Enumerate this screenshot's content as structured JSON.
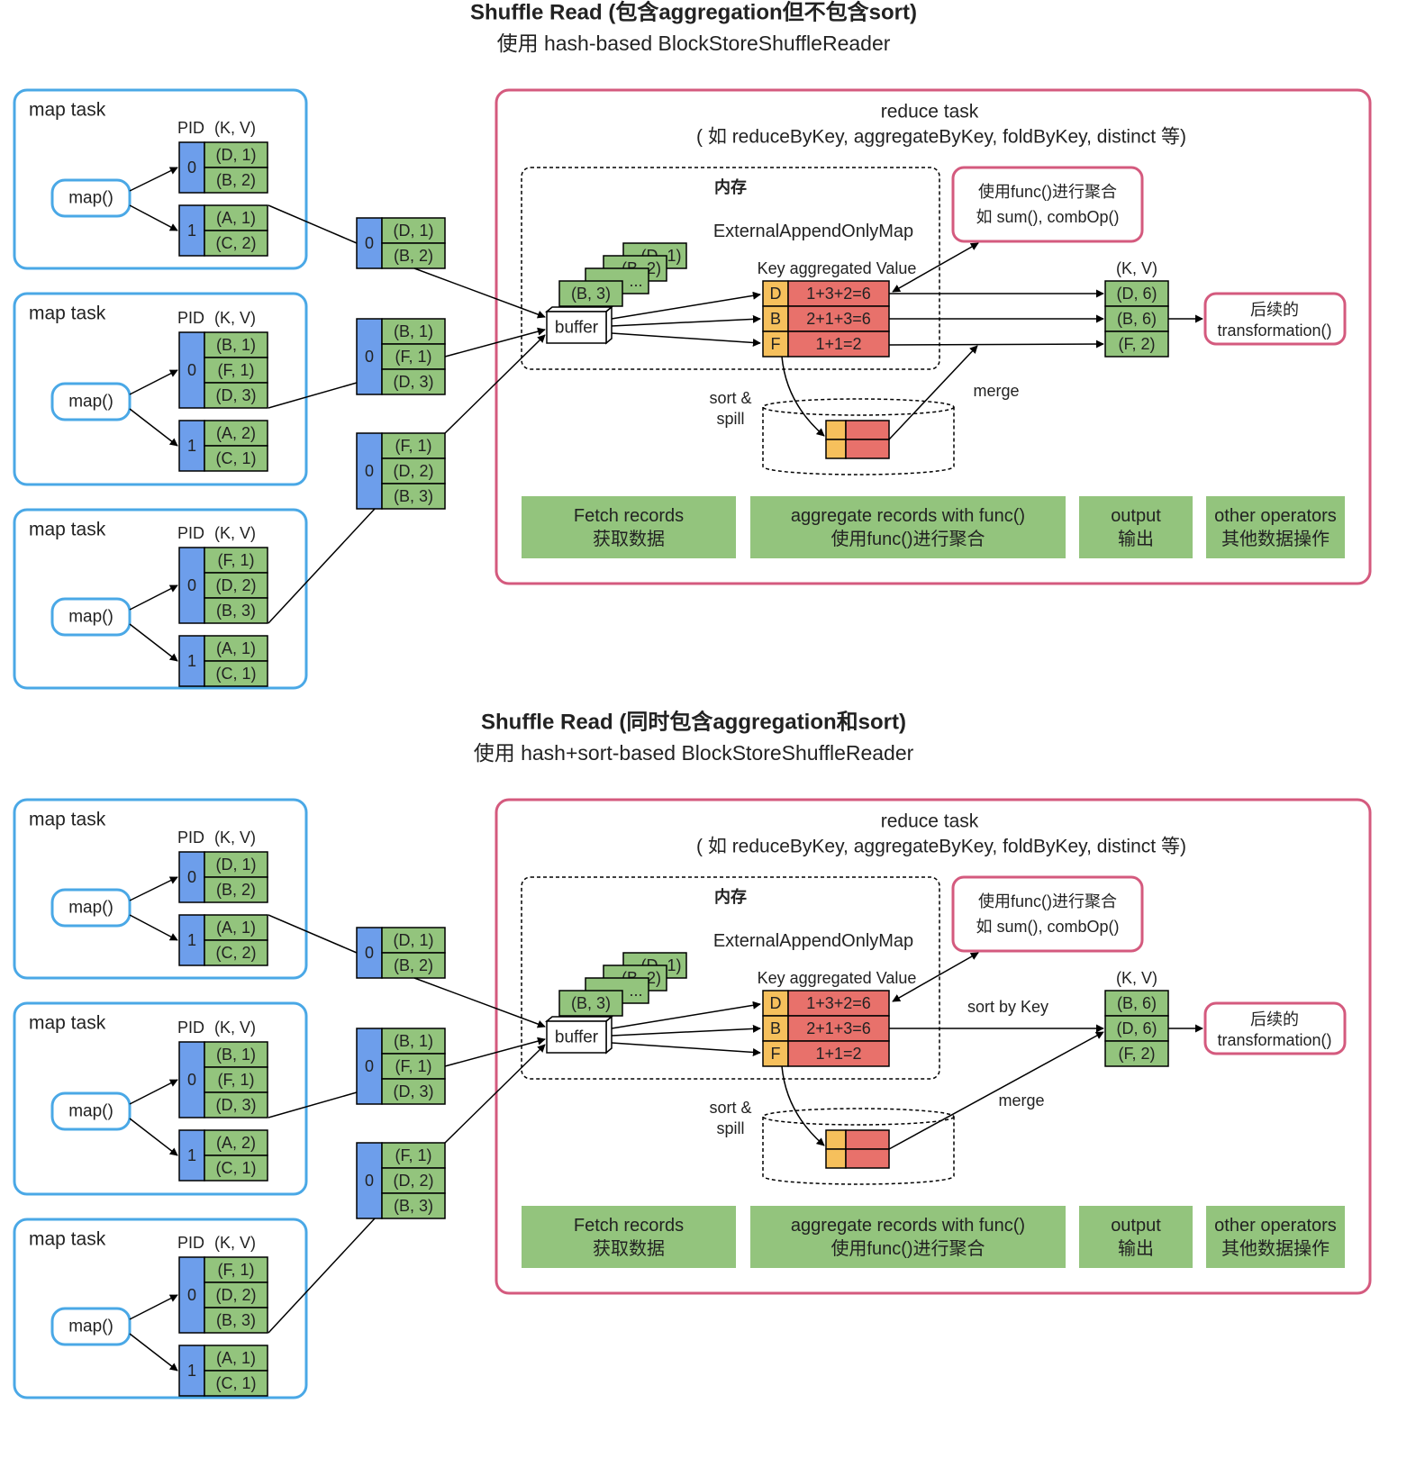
{
  "colors": {
    "map_border": "#4aa8e6",
    "reduce_border": "#d45a7e",
    "pid_fill": "#6d9eeb",
    "kv_fill": "#93c47d",
    "key_fill": "#f6c05c",
    "value_fill": "#e8716b",
    "stage_fill": "#93c47d"
  },
  "common": {
    "map_task_label": "map task",
    "map_func_label": "map()",
    "pid_header": "PID",
    "kv_header": "(K, V)",
    "reduce_title": "reduce task",
    "reduce_subtitle": "( 如 reduceByKey, aggregateByKey, foldByKey, distinct 等)",
    "memory_label": "内存",
    "map_name": "ExternalAppendOnlyMap",
    "aggregated_header": "Key aggregated Value",
    "func_line1": "使用func()进行聚合",
    "func_line2": "如 sum(), combOp()",
    "buffer_label": "buffer",
    "stack_records": [
      "(B, 3)",
      "(B, 2)",
      "(D, 1)"
    ],
    "stack_more": "...",
    "sort_spill_line1": "sort &",
    "sort_spill_line2": "spill",
    "merge_label": "merge",
    "output_header": "(K, V)",
    "next_line1": "后续的",
    "next_line2": "transformation()",
    "stages": [
      {
        "line1": "Fetch records",
        "line2": "获取数据"
      },
      {
        "line1": "aggregate records with func()",
        "line2": "使用func()进行聚合"
      },
      {
        "line1": "output",
        "line2": "输出"
      },
      {
        "line1": "other operators",
        "line2": "其他数据操作"
      }
    ],
    "map_tasks": [
      {
        "p0": [
          "(D, 1)",
          "(B, 2)"
        ],
        "p1": [
          "(A, 1)",
          "(C, 2)"
        ]
      },
      {
        "p0": [
          "(B, 1)",
          "(F, 1)",
          "(D, 3)"
        ],
        "p1": [
          "(A, 2)",
          "(C, 1)"
        ]
      },
      {
        "p0": [
          "(F, 1)",
          "(D, 2)",
          "(B, 3)"
        ],
        "p1": [
          "(A, 1)",
          "(C, 1)"
        ]
      }
    ],
    "fetched": [
      {
        "pid": "0",
        "records": [
          "(D, 1)",
          "(B, 2)"
        ]
      },
      {
        "pid": "0",
        "records": [
          "(B, 1)",
          "(F, 1)",
          "(D, 3)"
        ]
      },
      {
        "pid": "0",
        "records": [
          "(F, 1)",
          "(D, 2)",
          "(B, 3)"
        ]
      }
    ],
    "aggregated": [
      {
        "key": "D",
        "value": "1+3+2=6"
      },
      {
        "key": "B",
        "value": "2+1+3=6"
      },
      {
        "key": "F",
        "value": "1+1=2"
      }
    ]
  },
  "panel1": {
    "title": "Shuffle Read (包含aggregation但不包含sort)",
    "subtitle": "使用 hash-based BlockStoreShuffleReader",
    "output": [
      "(D, 6)",
      "(B, 6)",
      "(F, 2)"
    ]
  },
  "panel2": {
    "title": "Shuffle Read (同时包含aggregation和sort)",
    "subtitle": "使用 hash+sort-based BlockStoreShuffleReader",
    "sort_by_key_label": "sort by Key",
    "output": [
      "(B, 6)",
      "(D, 6)",
      "(F, 2)"
    ]
  }
}
